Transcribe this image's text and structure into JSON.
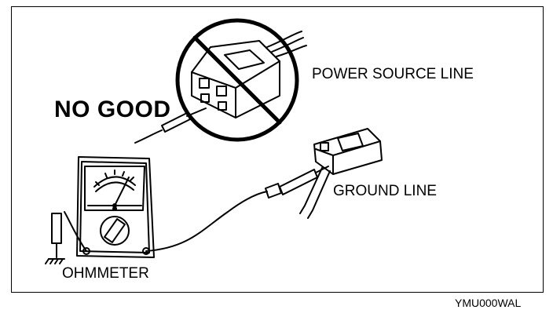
{
  "labels": {
    "no_good": "NO GOOD",
    "power_source_line": "POWER SOURCE LINE",
    "ground_line": "GROUND LINE",
    "ohmmeter": "OHMMETER",
    "figure_code": "YMU000WAL"
  },
  "icons": [
    "prohibition-icon",
    "ohmmeter-icon",
    "connector-icon",
    "probe-icon",
    "ground-symbol-icon"
  ]
}
